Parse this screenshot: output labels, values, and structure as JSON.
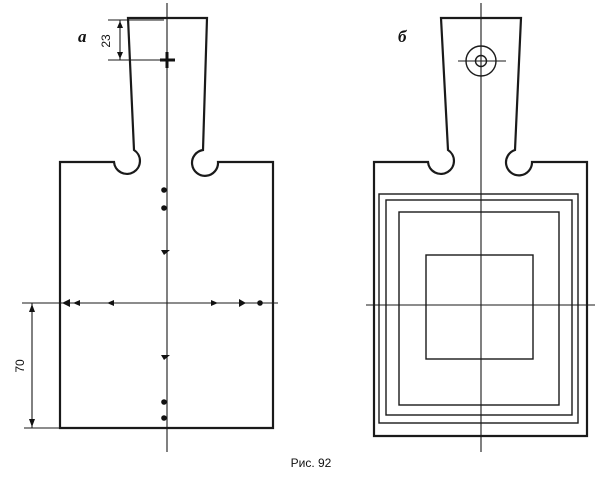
{
  "figure_a": {
    "label": "а",
    "dim_top": "23",
    "dim_left": "70"
  },
  "figure_b": {
    "label": "б"
  },
  "caption": "Рис. 92"
}
